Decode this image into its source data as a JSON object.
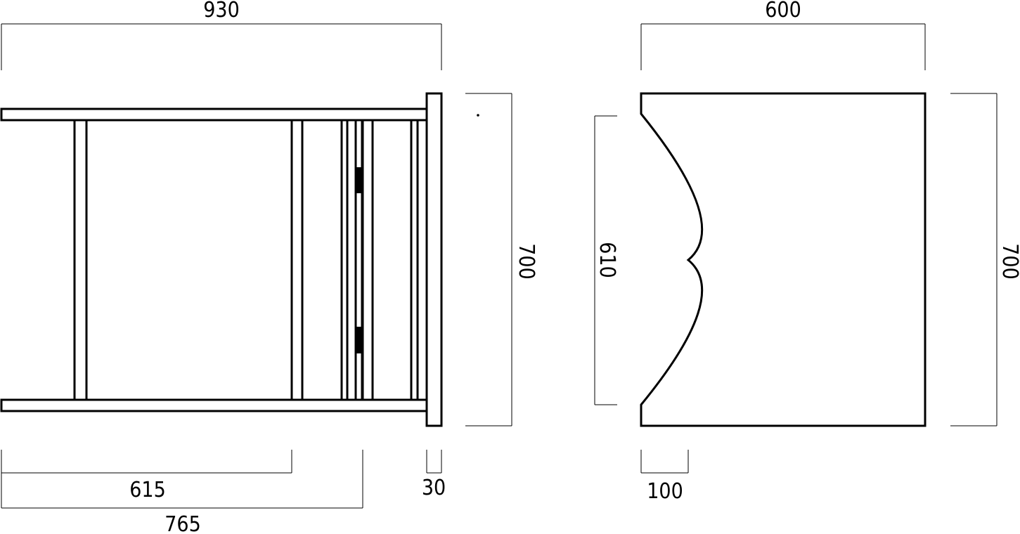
{
  "views": {
    "side": {
      "dimensions": {
        "overall_depth": "930",
        "height": "700",
        "rail_615": "615",
        "rail_765": "765",
        "panel_thickness": "30"
      }
    },
    "front": {
      "dimensions": {
        "width": "600",
        "height": "700",
        "cutout_height": "610",
        "cutout_depth": "100"
      }
    }
  }
}
